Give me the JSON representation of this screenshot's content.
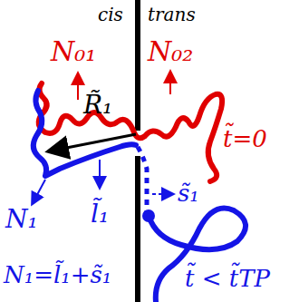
{
  "diagram": {
    "labels": [
      "cis",
      "trans",
      "N₀₁",
      "N₀₂",
      "R̃₁",
      "t̃=0",
      "N₁",
      "l̃₁",
      "s̃₁",
      "N₁=l̃₁+s̃₁",
      "t̃ < t̃TP"
    ]
  }
}
